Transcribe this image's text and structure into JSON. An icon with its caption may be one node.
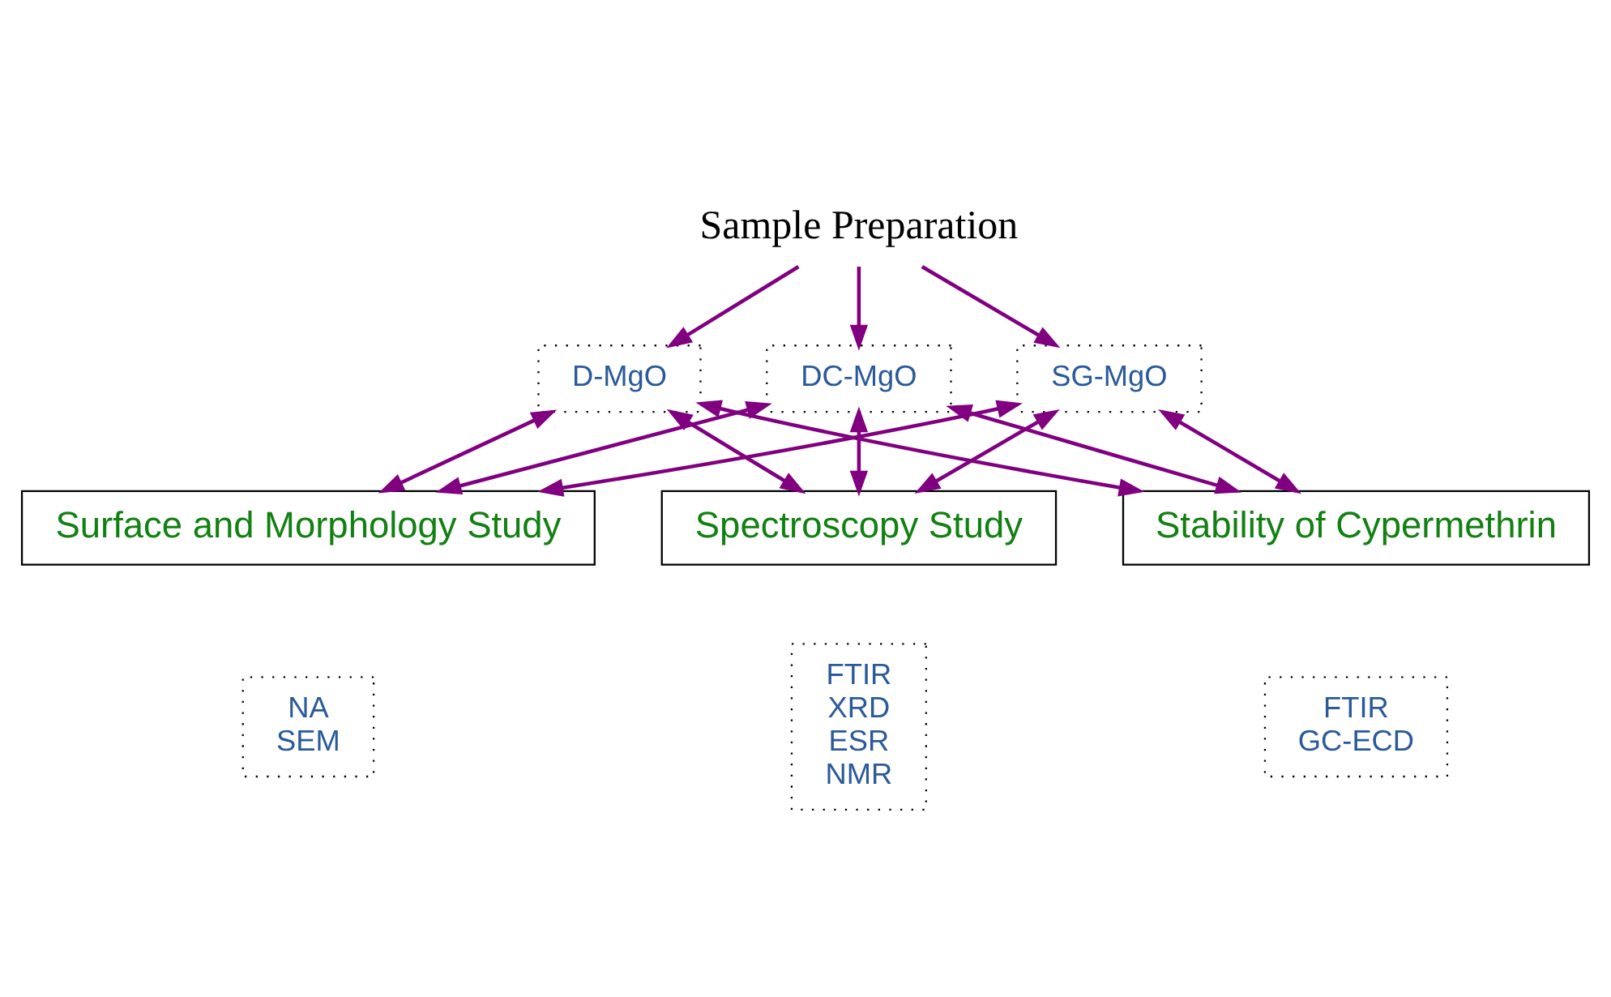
{
  "diagram": {
    "nodes": [
      {
        "text": [
          "Sample Preparation"
        ]
      },
      {
        "text": [
          "D-MgO"
        ]
      },
      {
        "text": [
          "DC-MgO"
        ]
      },
      {
        "text": [
          "SG-MgO"
        ]
      },
      {
        "text": [
          "Surface and Morphology Study"
        ]
      },
      {
        "text": [
          "Spectroscopy Study"
        ]
      },
      {
        "text": [
          "Stability of Cypermethrin"
        ]
      },
      {
        "text": [
          "NA",
          "SEM"
        ]
      },
      {
        "text": [
          "FTIR",
          "XRD",
          "ESR",
          "NMR"
        ]
      },
      {
        "text": [
          "FTIR",
          "GC-ECD"
        ]
      }
    ],
    "edges": [
      {
        "from": 0,
        "to": 1,
        "arrow": "to"
      },
      {
        "from": 0,
        "to": 2,
        "arrow": "to"
      },
      {
        "from": 0,
        "to": 3,
        "arrow": "to"
      },
      {
        "from": 1,
        "to": 4,
        "arrow": "both"
      },
      {
        "from": 1,
        "to": 5,
        "arrow": "both"
      },
      {
        "from": 1,
        "to": 6,
        "arrow": "both"
      },
      {
        "from": 2,
        "to": 4,
        "arrow": "both"
      },
      {
        "from": 2,
        "to": 5,
        "arrow": "both"
      },
      {
        "from": 2,
        "to": 6,
        "arrow": "both"
      },
      {
        "from": 3,
        "to": 4,
        "arrow": "both"
      },
      {
        "from": 3,
        "to": 5,
        "arrow": "both"
      },
      {
        "from": 3,
        "to": 6,
        "arrow": "both"
      }
    ]
  }
}
